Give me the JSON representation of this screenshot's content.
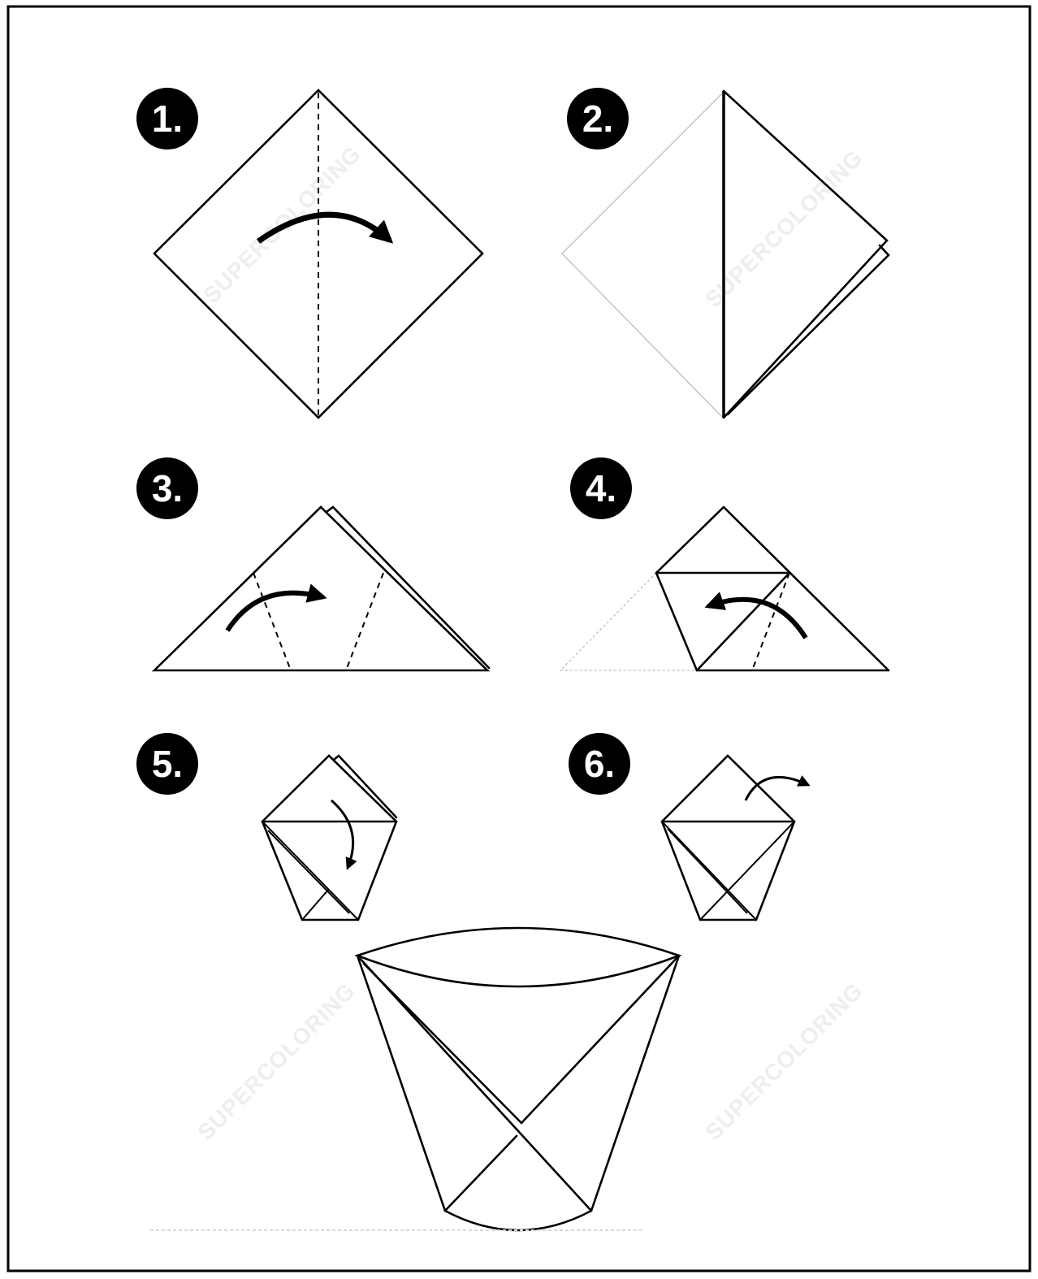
{
  "title": "",
  "steps": [
    {
      "number_label": "1."
    },
    {
      "number_label": "2."
    },
    {
      "number_label": "3."
    },
    {
      "number_label": "4."
    },
    {
      "number_label": "5."
    },
    {
      "number_label": "6."
    }
  ],
  "watermark": "SUPERCOLORING",
  "colors": {
    "line": "#000000",
    "background": "#ffffff",
    "badge": "#000000",
    "watermark": "#eeeeee"
  }
}
